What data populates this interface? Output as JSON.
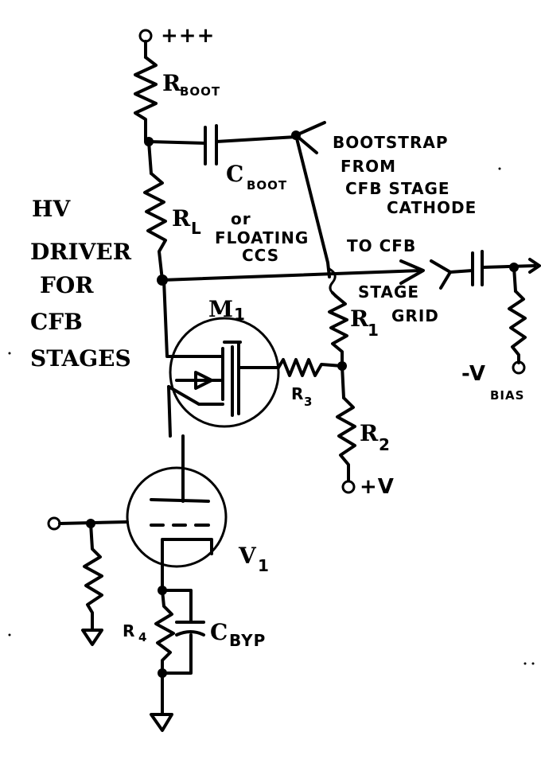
{
  "title_lines": [
    "HV",
    "DRIVER",
    "FOR",
    "CFB",
    "STAGES"
  ],
  "supply_label": "+++",
  "components": {
    "r_boot": {
      "main": "R",
      "sub": "BOOT"
    },
    "c_boot": {
      "main": "C",
      "sub": "BOOT"
    },
    "r_l": {
      "main": "R",
      "sub": "L"
    },
    "r_l_alt": [
      "or",
      "FLOATING",
      "CCS"
    ],
    "m1": {
      "main": "M",
      "sub": "1"
    },
    "r1": {
      "main": "R",
      "sub": "1"
    },
    "r2": {
      "main": "R",
      "sub": "2"
    },
    "r3": {
      "main": "R",
      "sub": "3"
    },
    "r4": {
      "main": "R",
      "sub": "4"
    },
    "v1": {
      "main": "V",
      "sub": "1"
    },
    "c_byp": {
      "main": "C",
      "sub": "BYP"
    }
  },
  "bootstrap_note": [
    "BOOTSTRAP",
    "FROM",
    "CFB STAGE",
    "CATHODE"
  ],
  "output_note": [
    "TO CFB",
    "STAGE",
    "GRID"
  ],
  "pos_supply": "+V",
  "neg_bias": {
    "main": "-V",
    "sub": "BIAS"
  }
}
